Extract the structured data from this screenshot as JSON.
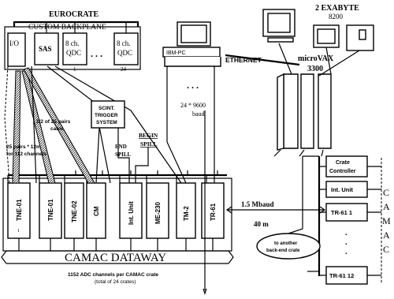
{
  "eurocrate": {
    "title": "EUROCRATE",
    "backplane": "CUSTOM BACKPLANE",
    "modules": {
      "io": "I/O",
      "sas": "SAS",
      "qdc": "8 ch.",
      "qdc2": "QDC",
      "dots": ". . .",
      "idx_first": "1",
      "idx_last": "24"
    }
  },
  "exabyte": {
    "label": "2 EXABYTE",
    "model": "8200"
  },
  "pc": {
    "label": "IBM-PC",
    "dots": ". . .",
    "baud_rate": "24 * 9600",
    "baud_unit": "baud"
  },
  "network": {
    "label": "ETHERNET"
  },
  "vax": {
    "name": "microVAX",
    "model": "3300"
  },
  "labels": {
    "cable_half": "1/2 of 25 pairs",
    "cable_half2": "cable",
    "pairs": "25 pairs * 12m",
    "pairs2": "for 112 channels",
    "scint_1": "SCINT.",
    "scint_2": "TRIGGER",
    "scint_3": "SYSTEM",
    "end_spill_1": "END",
    "end_spill_2": "SPILL",
    "begin_spill_1": "BEGIN",
    "begin_spill_2": "SPILL",
    "link_speed": "1.5 Mbaud",
    "link_length": "40 m",
    "another_crate_1": "to another",
    "another_crate_2": "back-end crate",
    "channels": "1152 ADC channels per CAMAC crate",
    "channels_sub": "(total of 24 crates)"
  },
  "camac": {
    "dataway": "CAMAC DATAWAY",
    "modules": [
      "TNE-01",
      "TNE-01",
      "TNE-02",
      "CM",
      "Int. Unit",
      "ME-230",
      "TM-2",
      "TR-61"
    ],
    "tne_sub": "1"
  },
  "backend": {
    "crate_controller_1": "Crate",
    "crate_controller_2": "Controller",
    "int_unit": "Int. Unit",
    "tr1": "TR-61 1",
    "tr12": "TR-61 12",
    "camac_letters": [
      "C",
      "A",
      "M",
      "A",
      "C"
    ],
    "vdots": [
      ".",
      ".",
      "."
    ]
  }
}
